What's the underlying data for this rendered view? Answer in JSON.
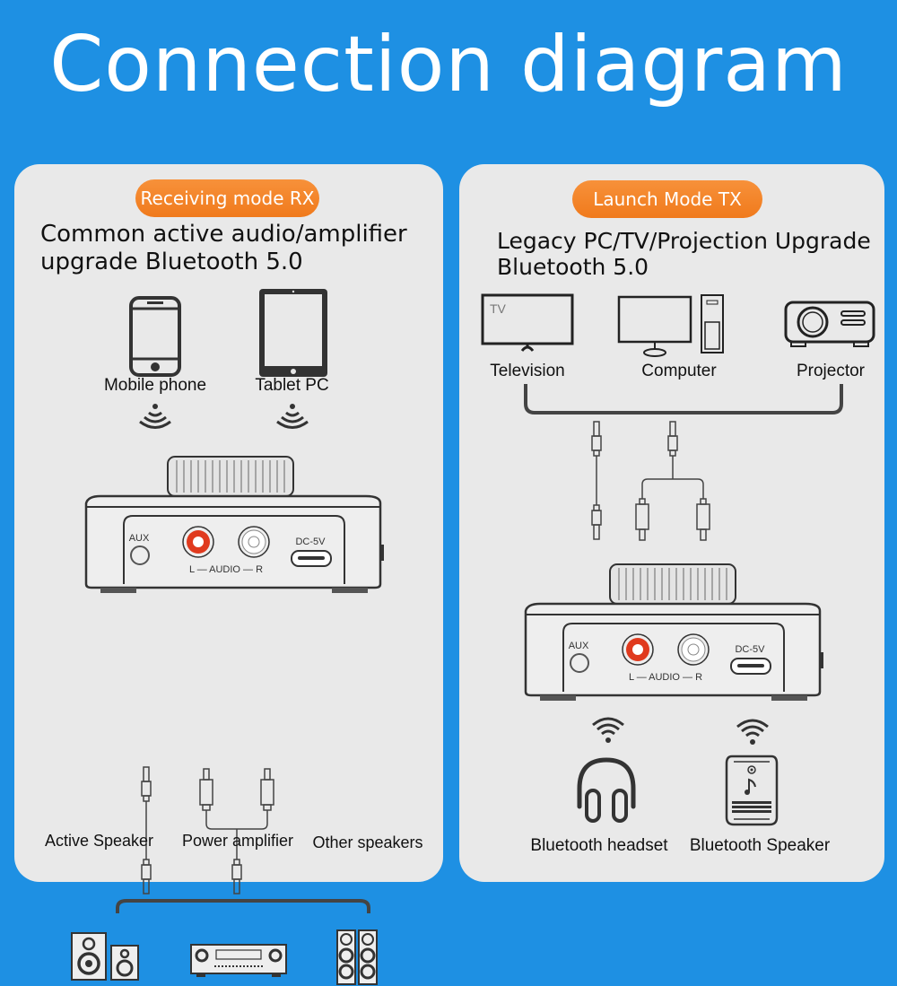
{
  "title": "Connection diagram",
  "colors": {
    "background": "#1e90e3",
    "panel": "#e9e9e9",
    "pill": "#f28225",
    "rca_left": "#e03a1e",
    "line": "#333333"
  },
  "rx": {
    "mode_label": "Receiving mode RX",
    "heading_line1": "Common active audio/amplifier",
    "heading_line2": "upgrade Bluetooth 5.0",
    "sources": [
      {
        "label": "Mobile phone",
        "icon": "smartphone-icon"
      },
      {
        "label": "Tablet PC",
        "icon": "tablet-icon"
      }
    ],
    "device": {
      "aux": "AUX",
      "audio": "L — AUDIO — R",
      "dc": "DC-5V"
    },
    "outputs": [
      {
        "label": "Active Speaker",
        "icon": "bookshelf-speaker-icon"
      },
      {
        "label": "Power amplifier",
        "icon": "amplifier-icon"
      },
      {
        "label": "Other speakers",
        "icon": "tower-speakers-icon"
      }
    ]
  },
  "tx": {
    "mode_label": "Launch Mode TX",
    "heading_line1": "Legacy PC/TV/Projection Upgrade",
    "heading_line2": "Bluetooth 5.0",
    "sources": [
      {
        "label": "Television",
        "icon": "television-icon",
        "screen_text": "TV"
      },
      {
        "label": "Computer",
        "icon": "computer-icon"
      },
      {
        "label": "Projector",
        "icon": "projector-icon"
      }
    ],
    "device": {
      "aux": "AUX",
      "audio": "L — AUDIO — R",
      "dc": "DC-5V"
    },
    "outputs": [
      {
        "label": "Bluetooth headset",
        "icon": "headphones-icon"
      },
      {
        "label": "Bluetooth Speaker",
        "icon": "smart-speaker-icon"
      }
    ]
  }
}
